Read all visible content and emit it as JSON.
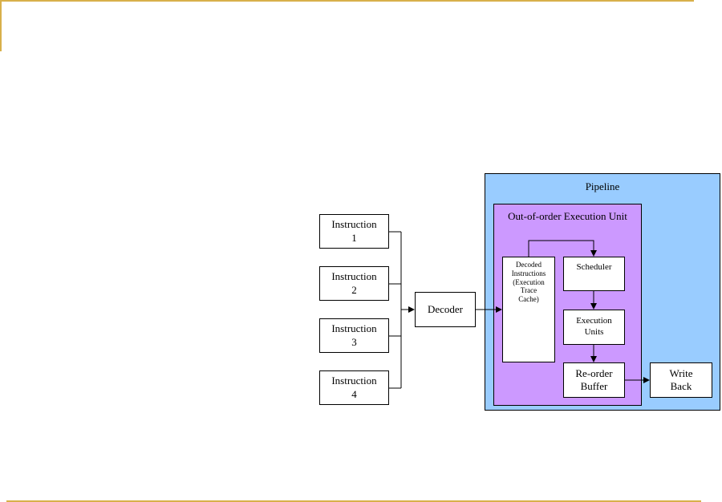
{
  "diagram": {
    "pipeline_label": "Pipeline",
    "ooo_label": "Out-of-order Execution Unit",
    "instructions": [
      "Instruction\n1",
      "Instruction\n2",
      "Instruction\n3",
      "Instruction\n4"
    ],
    "decoder": "Decoder",
    "decoded_instructions": "Decoded\nInstructions\n(Execution\nTrace\nCache)",
    "scheduler": "Scheduler",
    "execution_units": "Execution\nUnits",
    "reorder_buffer": "Re-order\nBuffer",
    "write_back": "Write\nBack"
  },
  "colors": {
    "pipeline_fill": "#99ccff",
    "ooo_fill": "#cc99ff",
    "slide_accent": "#d8b04a"
  }
}
